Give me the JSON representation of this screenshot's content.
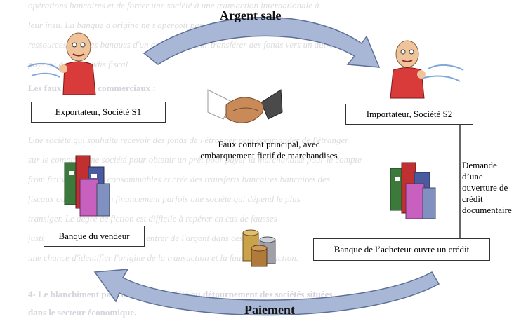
{
  "background_text": [
    "opérations bancaires et de forcer une société à une transaction internationale à",
    "leur insu. La banque d'origine ne s'aperçoit pas qu'il s'agit d'un montage des",
    "ressources avec les banques d'un autre pays pour transférer des fonds vers un autre",
    "pays ou dans paradis fiscal",
    "Les faux contrats commerciaux :",
    "Une société qui souhaite recevoir des fonds de l'étranger peut commander de l'étranger",
    "sur le compte d'une société pour obtenir un prêt pour payer la marchandise pour le compte",
    "from fictive qui biens consommables et crée des transferts bancaires bancaires des",
    "fiscaux ou démarrer un financement parfois une société qui dépend le plus",
    "transiger. Le degré de fiction est difficile à repérer en cas de fausses",
    "justificatifs des fonds pour faire entrer de l'argent dans ces sociétés",
    "une chance d'identifier l'origine de la transaction et la fausse transaction.",
    "",
    "4- Le blanchiment par contrôle de société ou détournement des sociétés situées",
    "dans le secteur économique."
  ],
  "diagram": {
    "top_label": "Argent sale",
    "bottom_label": "Paiement",
    "exporter_box": "Exportateur, Société S1",
    "importer_box": "Importateur, Société S2",
    "contract_text": [
      "Faux contrat principal, avec",
      "embarquement fictif de marchandises"
    ],
    "seller_bank_box": "Banque du vendeur",
    "buyer_bank_box": "Banque de l’acheteur ouvre un crédit",
    "credit_request": [
      "Demande",
      "d’une",
      "ouverture de",
      "crédit",
      "documentaire"
    ]
  },
  "colors": {
    "arrow_fill": "#a9b7d6",
    "arrow_stroke": "#5e6f9a",
    "background_text": "#dcdcdc"
  }
}
